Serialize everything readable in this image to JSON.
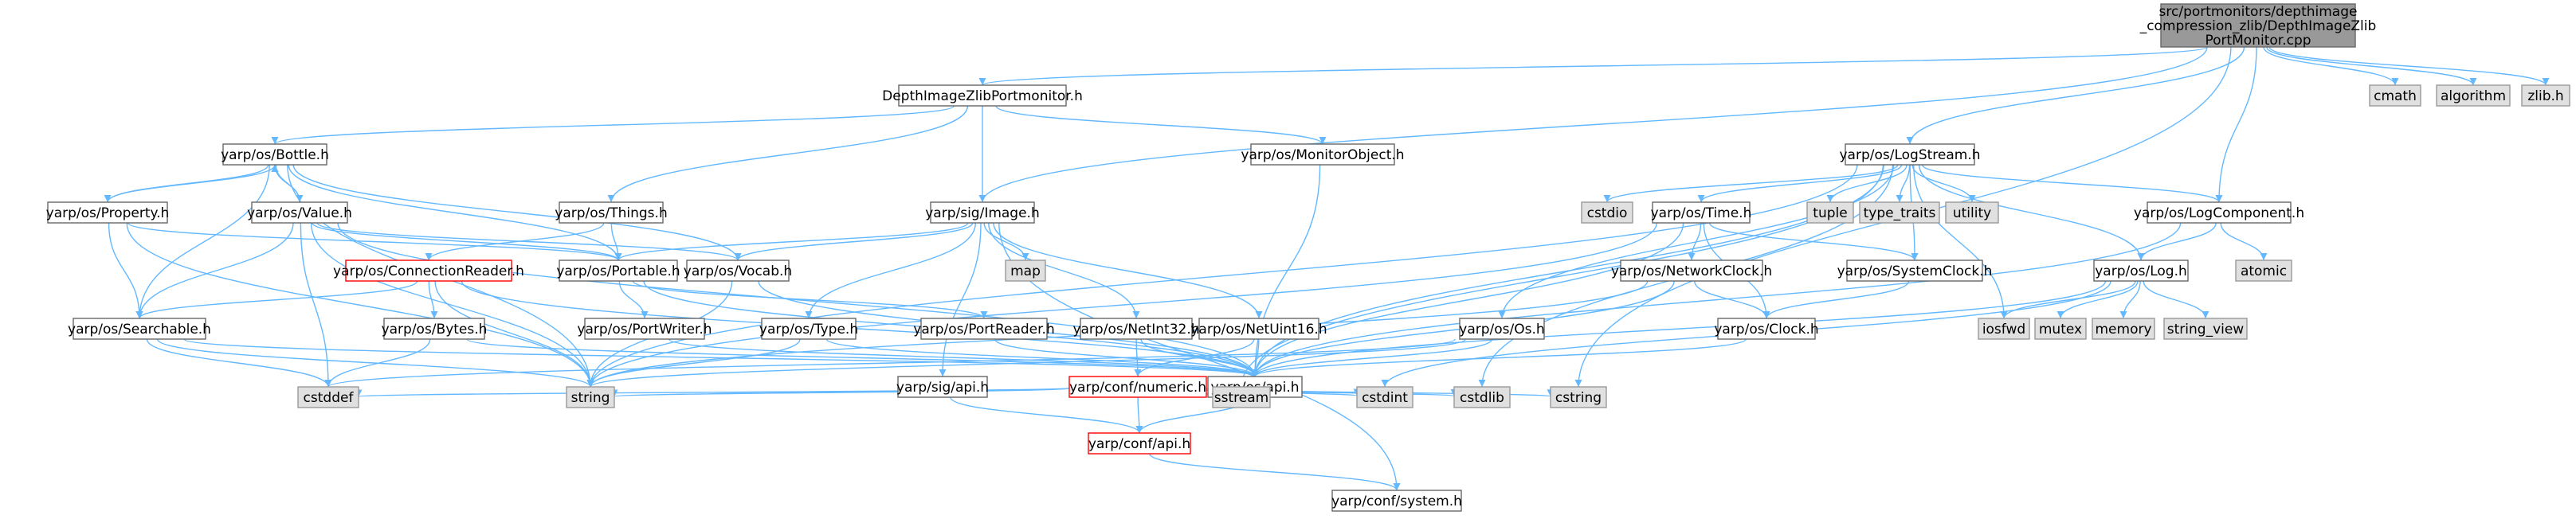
{
  "colors": {
    "edge": "#63b8ff",
    "normal_fill": "#ffffff",
    "normal_stroke": "#666666",
    "system_fill": "#e0e0e0",
    "system_stroke": "#999999",
    "root_fill": "#999999",
    "root_stroke": "#666666",
    "incomplete_stroke": "#ff0000"
  },
  "nodes": [
    {
      "id": "root",
      "lines": [
        "src/portmonitors/depthimage",
        "_compression_zlib/DepthImageZlib",
        "PortMonitor.cpp"
      ],
      "kind": "root"
    },
    {
      "id": "dizpm",
      "lines": [
        "DepthImageZlibPortmonitor.h"
      ],
      "kind": "normal"
    },
    {
      "id": "cmath",
      "lines": [
        "cmath"
      ],
      "kind": "system"
    },
    {
      "id": "algorithm",
      "lines": [
        "algorithm"
      ],
      "kind": "system"
    },
    {
      "id": "zlibh",
      "lines": [
        "zlib.h"
      ],
      "kind": "system"
    },
    {
      "id": "bottle",
      "lines": [
        "yarp/os/Bottle.h"
      ],
      "kind": "normal"
    },
    {
      "id": "monitorobject",
      "lines": [
        "yarp/os/MonitorObject.h"
      ],
      "kind": "normal"
    },
    {
      "id": "logstream",
      "lines": [
        "yarp/os/LogStream.h"
      ],
      "kind": "normal"
    },
    {
      "id": "property",
      "lines": [
        "yarp/os/Property.h"
      ],
      "kind": "normal"
    },
    {
      "id": "value",
      "lines": [
        "yarp/os/Value.h"
      ],
      "kind": "normal"
    },
    {
      "id": "things",
      "lines": [
        "yarp/os/Things.h"
      ],
      "kind": "normal"
    },
    {
      "id": "sigimage",
      "lines": [
        "yarp/sig/Image.h"
      ],
      "kind": "normal"
    },
    {
      "id": "cstdio",
      "lines": [
        "cstdio"
      ],
      "kind": "system"
    },
    {
      "id": "ostime",
      "lines": [
        "yarp/os/Time.h"
      ],
      "kind": "normal"
    },
    {
      "id": "tuple",
      "lines": [
        "tuple"
      ],
      "kind": "system"
    },
    {
      "id": "type_traits",
      "lines": [
        "type_traits"
      ],
      "kind": "system"
    },
    {
      "id": "utility",
      "lines": [
        "utility"
      ],
      "kind": "system"
    },
    {
      "id": "logcomponent",
      "lines": [
        "yarp/os/LogComponent.h"
      ],
      "kind": "normal"
    },
    {
      "id": "connreader",
      "lines": [
        "yarp/os/ConnectionReader.h"
      ],
      "kind": "incomplete"
    },
    {
      "id": "portable",
      "lines": [
        "yarp/os/Portable.h"
      ],
      "kind": "normal"
    },
    {
      "id": "map",
      "lines": [
        "map"
      ],
      "kind": "system"
    },
    {
      "id": "vocab",
      "lines": [
        "yarp/os/Vocab.h"
      ],
      "kind": "normal"
    },
    {
      "id": "networkclock",
      "lines": [
        "yarp/os/NetworkClock.h"
      ],
      "kind": "normal"
    },
    {
      "id": "systemclock",
      "lines": [
        "yarp/os/SystemClock.h"
      ],
      "kind": "normal"
    },
    {
      "id": "oslog",
      "lines": [
        "yarp/os/Log.h"
      ],
      "kind": "normal"
    },
    {
      "id": "atomic",
      "lines": [
        "atomic"
      ],
      "kind": "system"
    },
    {
      "id": "searchable",
      "lines": [
        "yarp/os/Searchable.h"
      ],
      "kind": "normal"
    },
    {
      "id": "bytes",
      "lines": [
        "yarp/os/Bytes.h"
      ],
      "kind": "normal"
    },
    {
      "id": "portwriter",
      "lines": [
        "yarp/os/PortWriter.h"
      ],
      "kind": "normal"
    },
    {
      "id": "ostype",
      "lines": [
        "yarp/os/Type.h"
      ],
      "kind": "normal"
    },
    {
      "id": "portreader",
      "lines": [
        "yarp/os/PortReader.h"
      ],
      "kind": "normal"
    },
    {
      "id": "netint32",
      "lines": [
        "yarp/os/NetInt32.h"
      ],
      "kind": "normal"
    },
    {
      "id": "netuint16",
      "lines": [
        "yarp/os/NetUint16.h"
      ],
      "kind": "normal"
    },
    {
      "id": "osos",
      "lines": [
        "yarp/os/Os.h"
      ],
      "kind": "normal"
    },
    {
      "id": "osclock",
      "lines": [
        "yarp/os/Clock.h"
      ],
      "kind": "normal"
    },
    {
      "id": "iosfwd",
      "lines": [
        "iosfwd"
      ],
      "kind": "system"
    },
    {
      "id": "mutex",
      "lines": [
        "mutex"
      ],
      "kind": "system"
    },
    {
      "id": "memory",
      "lines": [
        "memory"
      ],
      "kind": "system"
    },
    {
      "id": "string_view",
      "lines": [
        "string_view"
      ],
      "kind": "system"
    },
    {
      "id": "sigapi",
      "lines": [
        "yarp/sig/api.h"
      ],
      "kind": "normal"
    },
    {
      "id": "confnumeric",
      "lines": [
        "yarp/conf/numeric.h"
      ],
      "kind": "incomplete"
    },
    {
      "id": "osapi",
      "lines": [
        "yarp/os/api.h"
      ],
      "kind": "normal"
    },
    {
      "id": "cstddef",
      "lines": [
        "cstddef"
      ],
      "kind": "system"
    },
    {
      "id": "string",
      "lines": [
        "string"
      ],
      "kind": "system"
    },
    {
      "id": "confapi",
      "lines": [
        "yarp/conf/api.h"
      ],
      "kind": "incomplete"
    },
    {
      "id": "sstream",
      "lines": [
        "sstream"
      ],
      "kind": "system"
    },
    {
      "id": "cstdint",
      "lines": [
        "cstdint"
      ],
      "kind": "system"
    },
    {
      "id": "cstdlib",
      "lines": [
        "cstdlib"
      ],
      "kind": "system"
    },
    {
      "id": "cstring",
      "lines": [
        "cstring"
      ],
      "kind": "system"
    },
    {
      "id": "confsystem",
      "lines": [
        "yarp/conf/system.h"
      ],
      "kind": "normal"
    }
  ],
  "edges": [
    [
      "root",
      "dizpm"
    ],
    [
      "root",
      "cmath"
    ],
    [
      "root",
      "algorithm"
    ],
    [
      "root",
      "zlibh"
    ],
    [
      "root",
      "sigimage"
    ],
    [
      "root",
      "logstream"
    ],
    [
      "root",
      "logcomponent"
    ],
    [
      "root",
      "cstring"
    ],
    [
      "dizpm",
      "bottle"
    ],
    [
      "dizpm",
      "things"
    ],
    [
      "dizpm",
      "monitorobject"
    ],
    [
      "dizpm",
      "sigimage"
    ],
    [
      "bottle",
      "property"
    ],
    [
      "bottle",
      "value"
    ],
    [
      "bottle",
      "portable"
    ],
    [
      "bottle",
      "searchable"
    ],
    [
      "bottle",
      "vocab"
    ],
    [
      "bottle",
      "string"
    ],
    [
      "property",
      "bottle"
    ],
    [
      "property",
      "portable"
    ],
    [
      "property",
      "searchable"
    ],
    [
      "property",
      "string"
    ],
    [
      "value",
      "bottle"
    ],
    [
      "value",
      "portable"
    ],
    [
      "value",
      "searchable"
    ],
    [
      "value",
      "vocab"
    ],
    [
      "value",
      "osapi"
    ],
    [
      "value",
      "cstddef"
    ],
    [
      "value",
      "string"
    ],
    [
      "things",
      "connreader"
    ],
    [
      "things",
      "portable"
    ],
    [
      "monitorobject",
      "osapi"
    ],
    [
      "sigimage",
      "portable"
    ],
    [
      "sigimage",
      "vocab"
    ],
    [
      "sigimage",
      "map"
    ],
    [
      "sigimage",
      "ostype"
    ],
    [
      "sigimage",
      "netint32"
    ],
    [
      "sigimage",
      "netuint16"
    ],
    [
      "sigimage",
      "sigapi"
    ],
    [
      "sigimage",
      "confsystem"
    ],
    [
      "logstream",
      "cstdio"
    ],
    [
      "logstream",
      "ostime"
    ],
    [
      "logstream",
      "tuple"
    ],
    [
      "logstream",
      "type_traits"
    ],
    [
      "logstream",
      "utility"
    ],
    [
      "logstream",
      "logcomponent"
    ],
    [
      "logstream",
      "oslog"
    ],
    [
      "logstream",
      "systemclock"
    ],
    [
      "logstream",
      "osos"
    ],
    [
      "logstream",
      "osapi"
    ],
    [
      "logstream",
      "string"
    ],
    [
      "logstream",
      "sstream"
    ],
    [
      "logstream",
      "iosfwd"
    ],
    [
      "logstream",
      "cstdlib"
    ],
    [
      "ostime",
      "networkclock"
    ],
    [
      "ostime",
      "systemclock"
    ],
    [
      "ostime",
      "osclock"
    ],
    [
      "ostime",
      "osapi"
    ],
    [
      "ostime",
      "string"
    ],
    [
      "logcomponent",
      "oslog"
    ],
    [
      "logcomponent",
      "atomic"
    ],
    [
      "logcomponent",
      "osapi"
    ],
    [
      "oslog",
      "iosfwd"
    ],
    [
      "oslog",
      "mutex"
    ],
    [
      "oslog",
      "memory"
    ],
    [
      "oslog",
      "string_view"
    ],
    [
      "oslog",
      "osapi"
    ],
    [
      "oslog",
      "cstdint"
    ],
    [
      "connreader",
      "searchable"
    ],
    [
      "connreader",
      "bytes"
    ],
    [
      "connreader",
      "osapi"
    ],
    [
      "connreader",
      "string"
    ],
    [
      "portable",
      "portwriter"
    ],
    [
      "portable",
      "portreader"
    ],
    [
      "portable",
      "osapi"
    ],
    [
      "vocab",
      "osapi"
    ],
    [
      "vocab",
      "string"
    ],
    [
      "networkclock",
      "osclock"
    ],
    [
      "networkclock",
      "osapi"
    ],
    [
      "networkclock",
      "string"
    ],
    [
      "systemclock",
      "osclock"
    ],
    [
      "osclock",
      "osapi"
    ],
    [
      "searchable",
      "osapi"
    ],
    [
      "searchable",
      "cstddef"
    ],
    [
      "searchable",
      "string"
    ],
    [
      "bytes",
      "osapi"
    ],
    [
      "bytes",
      "cstddef"
    ],
    [
      "portwriter",
      "osapi"
    ],
    [
      "portreader",
      "osapi"
    ],
    [
      "ostype",
      "osapi"
    ],
    [
      "ostype",
      "string"
    ],
    [
      "netint32",
      "confnumeric"
    ],
    [
      "netint32",
      "osapi"
    ],
    [
      "netuint16",
      "confnumeric"
    ],
    [
      "netuint16",
      "osapi"
    ],
    [
      "osos",
      "osapi"
    ],
    [
      "osos",
      "string"
    ],
    [
      "osos",
      "cstddef"
    ],
    [
      "sigapi",
      "confapi"
    ],
    [
      "osapi",
      "confapi"
    ],
    [
      "confnumeric",
      "confapi"
    ],
    [
      "confnumeric",
      "cstddef"
    ],
    [
      "confnumeric",
      "string"
    ],
    [
      "confnumeric",
      "sstream"
    ],
    [
      "confnumeric",
      "cstdint"
    ],
    [
      "confnumeric",
      "cstdlib"
    ],
    [
      "confnumeric",
      "cstring"
    ],
    [
      "confapi",
      "confsystem"
    ]
  ]
}
